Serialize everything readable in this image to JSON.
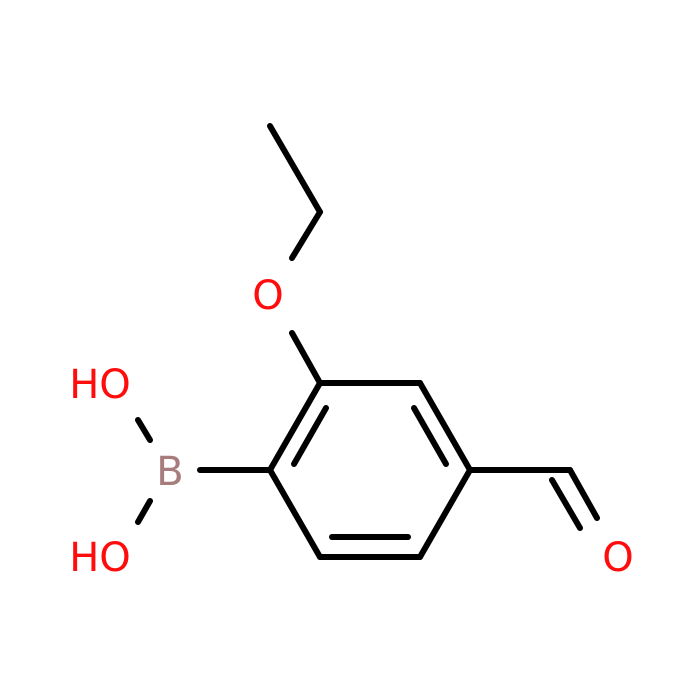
{
  "molecule": {
    "atoms": {
      "boron": {
        "label": "B",
        "color": "#A67C7C"
      },
      "hydroxyl_top": {
        "label": "HO",
        "color": "#FF0D0D"
      },
      "hydroxyl_bottom": {
        "label": "HO",
        "color": "#FF0D0D"
      },
      "ether_oxygen": {
        "label": "O",
        "color": "#FF0D0D"
      },
      "aldehyde_oxygen": {
        "label": "O",
        "color": "#FF0D0D"
      }
    },
    "bond_color": "#000000"
  }
}
